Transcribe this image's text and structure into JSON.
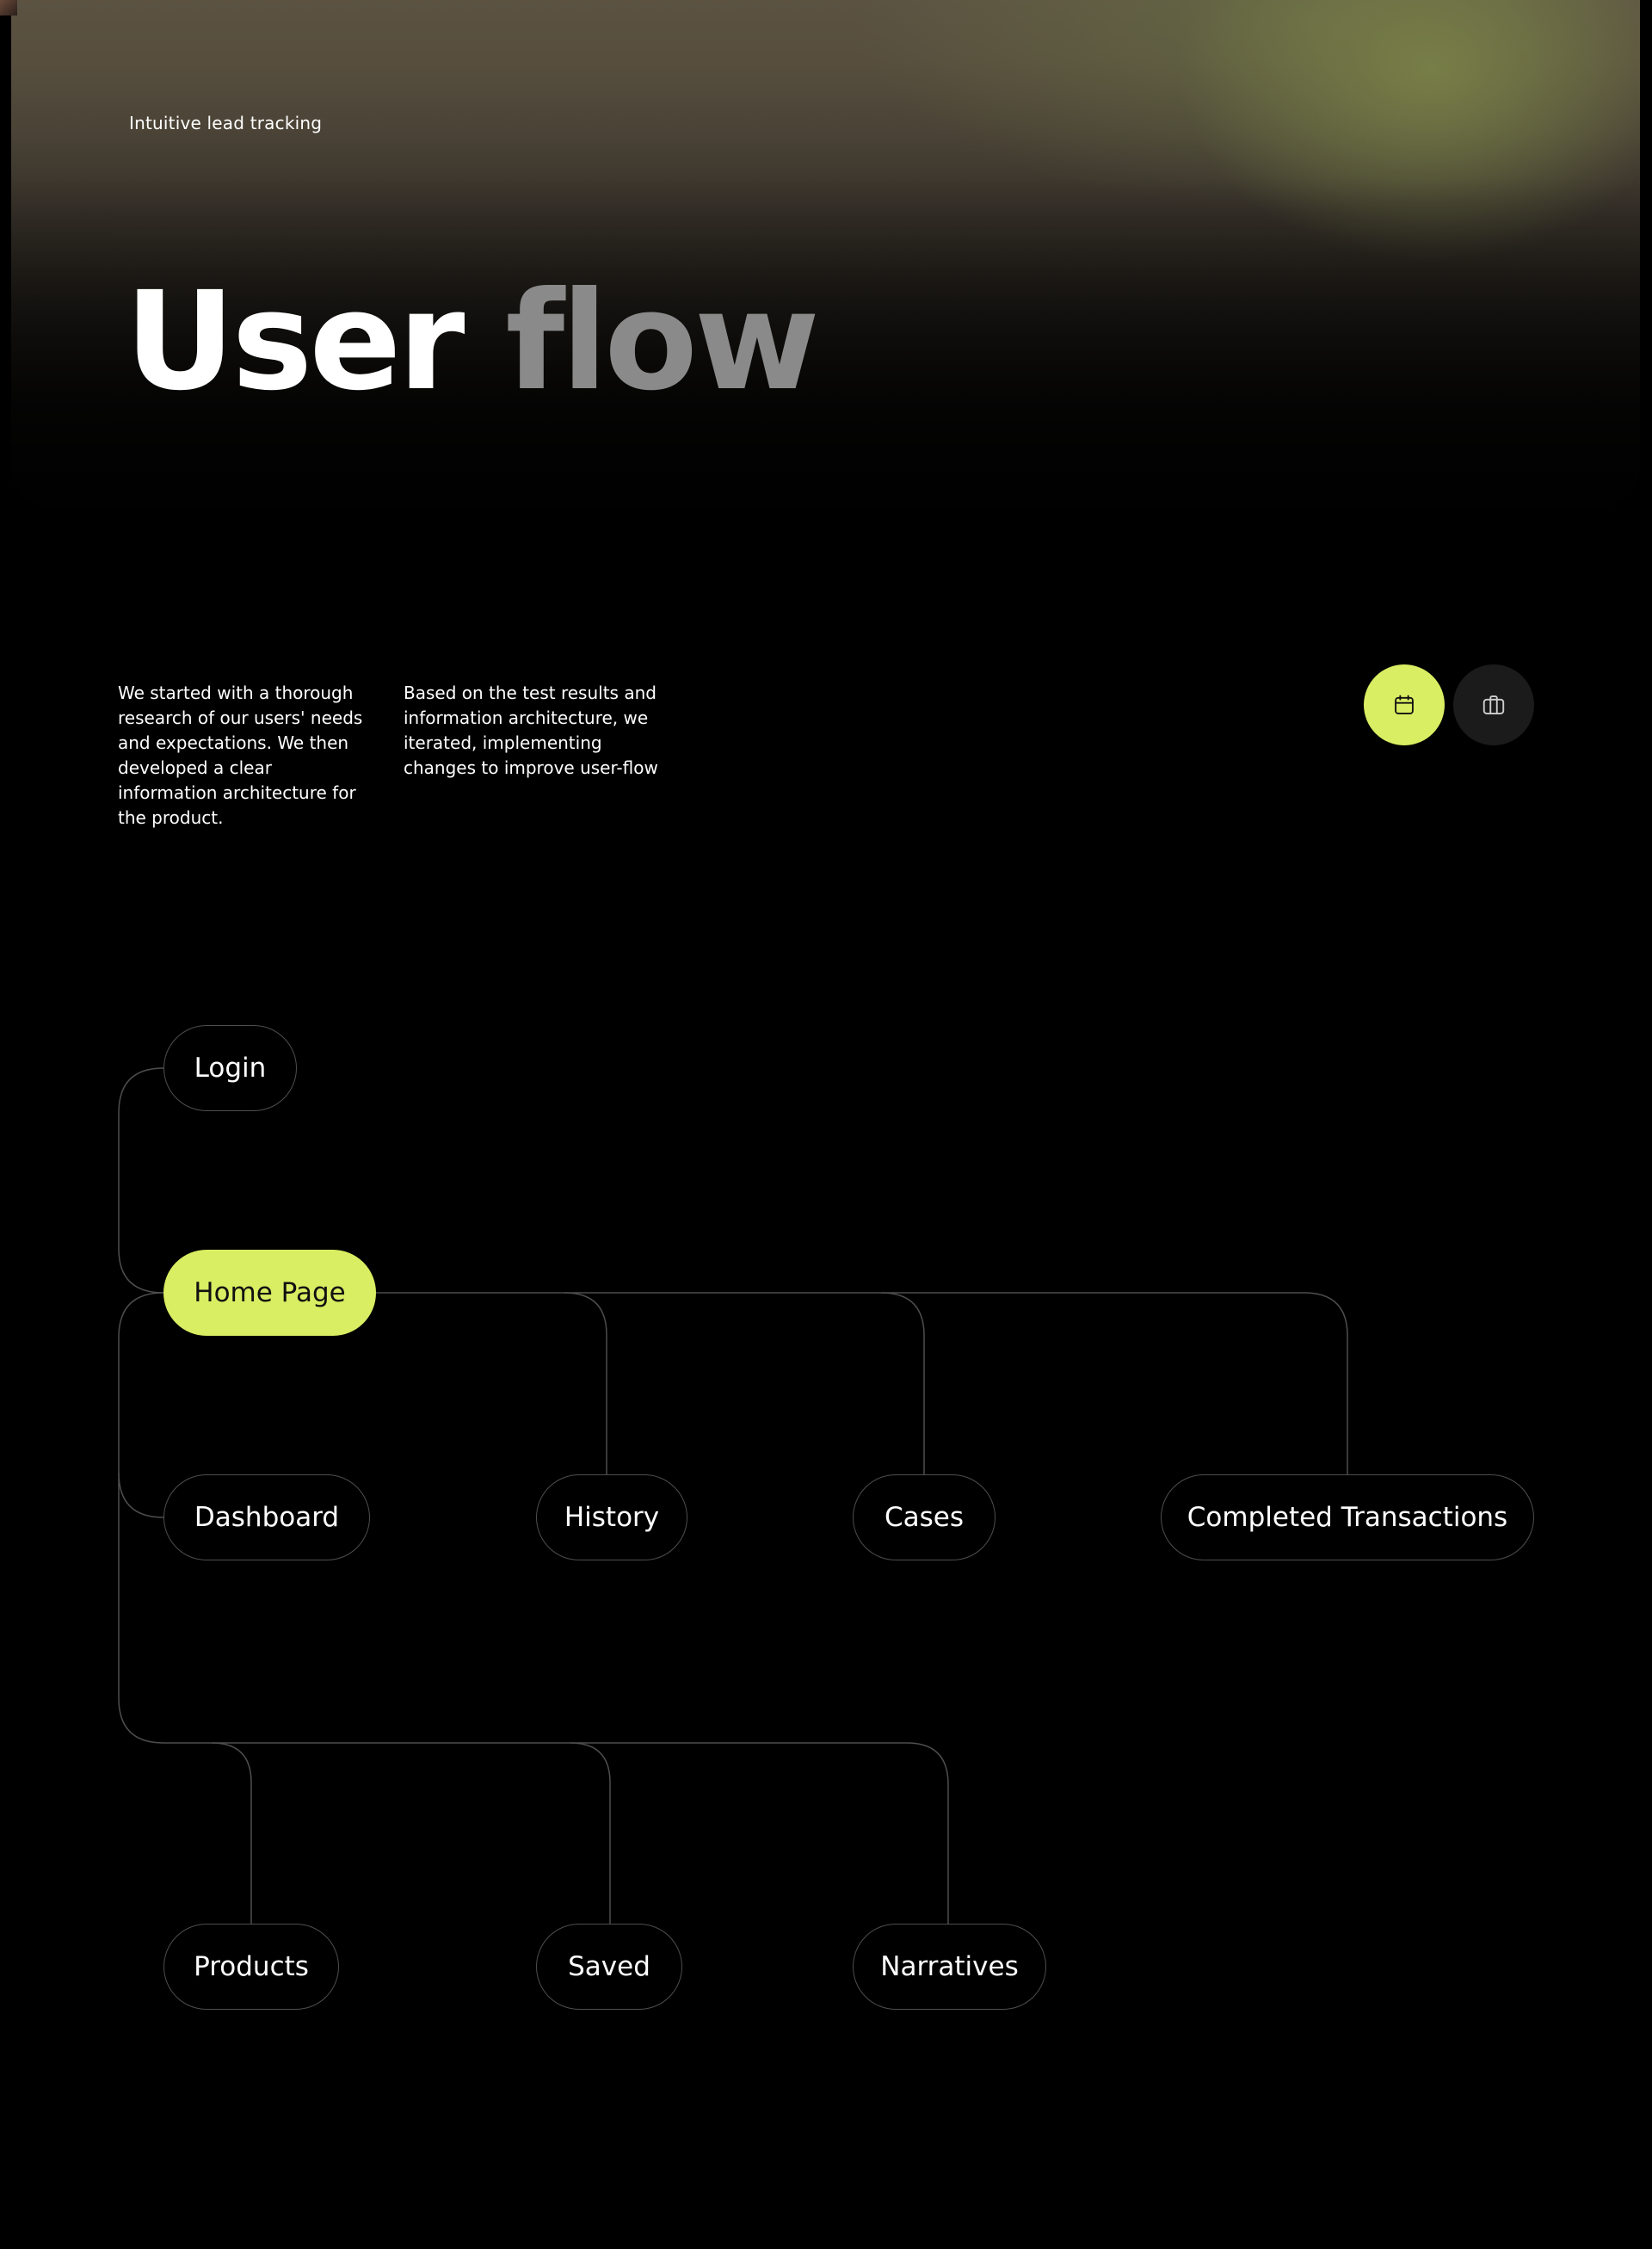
{
  "hero": {
    "eyebrow": "Intuitive lead tracking",
    "title_word_1": "User",
    "title_word_2": "flow"
  },
  "intro": {
    "paragraph_1": "We started with a thorough research of our users' needs and expectations. We then developed a clear information architecture for the product.",
    "paragraph_2": "Based on the test results and information architecture, we iterated, implementing changes to improve user-flow"
  },
  "actions": {
    "calendar_button": {
      "icon": "calendar-icon",
      "color": "#d9ee62"
    },
    "briefcase_button": {
      "icon": "briefcase-icon",
      "color": "#1b1b1b"
    }
  },
  "flow": {
    "accent_color": "#d9ee62",
    "line_color": "#4e4e4e",
    "nodes": {
      "login": "Login",
      "home": "Home Page",
      "dashboard": "Dashboard",
      "history": "History",
      "cases": "Cases",
      "completed": "Completed Transactions",
      "products": "Products",
      "saved": "Saved",
      "narratives": "Narratives"
    },
    "active_node": "home",
    "edges": [
      [
        "login",
        "home"
      ],
      [
        "home",
        "dashboard"
      ],
      [
        "home",
        "history"
      ],
      [
        "home",
        "cases"
      ],
      [
        "home",
        "completed"
      ],
      [
        "home",
        "products"
      ],
      [
        "home",
        "saved"
      ],
      [
        "home",
        "narratives"
      ]
    ]
  }
}
